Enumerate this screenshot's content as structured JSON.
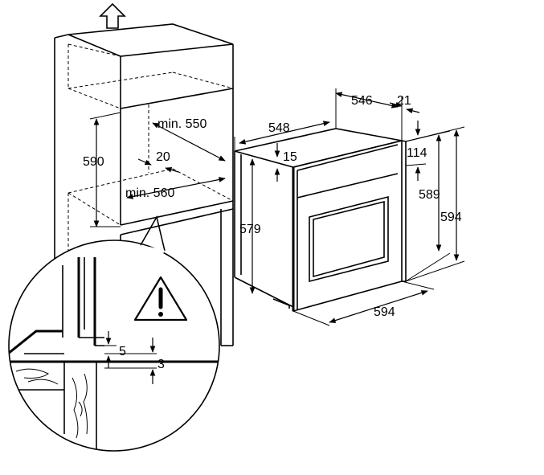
{
  "dimensions": {
    "niche_height": "590",
    "niche_depth_min": "min. 550",
    "niche_width_min": "min. 560",
    "vent_gap": "20",
    "oven_depth_body": "548",
    "oven_depth_total": "546",
    "front_thickness": "21",
    "panel_offset": "15",
    "oven_body_height": "579",
    "top_offset": "114",
    "front_height": "589",
    "oven_height": "594",
    "oven_width": "594",
    "detail_gap_5": "5",
    "detail_gap_3": "3"
  },
  "icons": {
    "up_arrow": "up-arrow-icon",
    "warning": "warning-icon"
  }
}
